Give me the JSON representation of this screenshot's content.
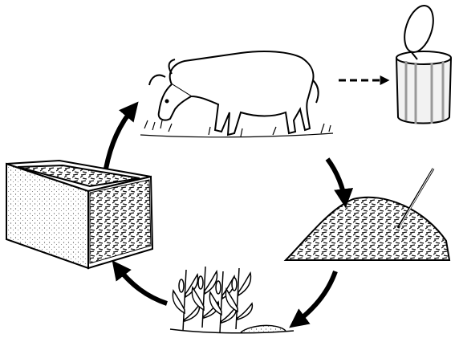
{
  "diagram": {
    "stages": [
      {
        "id": "goat",
        "icon": "goat-grazing-icon"
      },
      {
        "id": "bin",
        "icon": "lidded-bin-icon"
      },
      {
        "id": "compost",
        "icon": "compost-heap-with-pitchfork-icon"
      },
      {
        "id": "crops",
        "icon": "corn-plants-icon"
      },
      {
        "id": "silage",
        "icon": "silage-box-icon"
      }
    ],
    "arrows": [
      {
        "from": "goat",
        "to": "bin",
        "style": "dashed"
      },
      {
        "from": "goat",
        "to": "compost",
        "style": "solid"
      },
      {
        "from": "compost",
        "to": "crops",
        "style": "solid"
      },
      {
        "from": "crops",
        "to": "silage",
        "style": "solid"
      },
      {
        "from": "silage",
        "to": "goat",
        "style": "solid"
      }
    ]
  }
}
